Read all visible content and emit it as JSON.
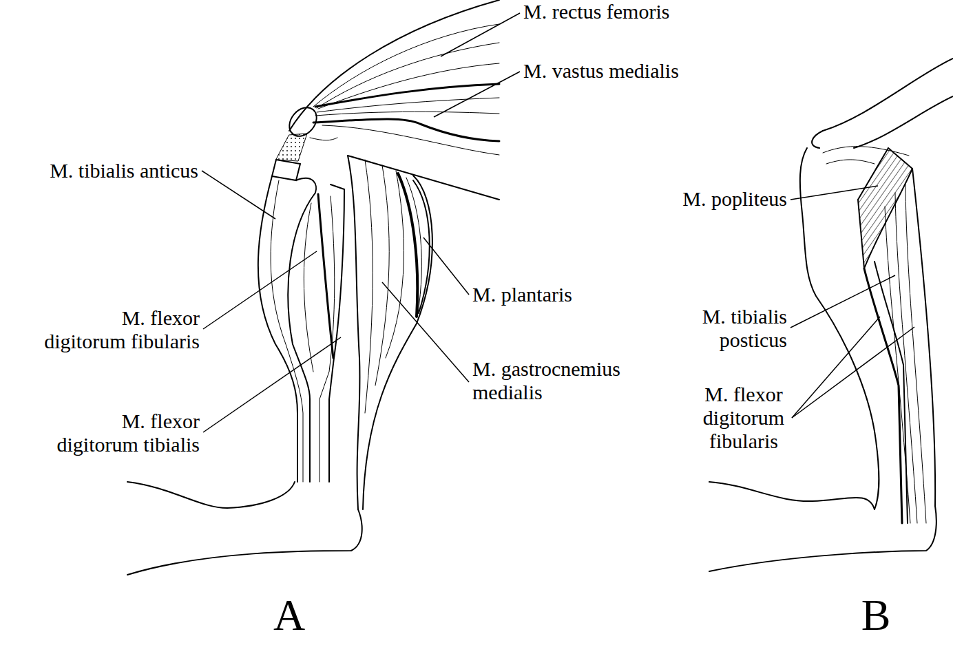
{
  "diagram": {
    "labels": [
      "M. rectus femoris",
      "M. vastus medialis",
      "M. tibialis anticus",
      "M. flexor digitorum fibularis",
      "M. flexor digitorum tibialis",
      "M. plantaris",
      "M. gastrocnemius medialis",
      "A",
      "M. popliteus",
      "M. tibialis posticus",
      "M. flexor digitorum fibularis",
      "B"
    ]
  }
}
